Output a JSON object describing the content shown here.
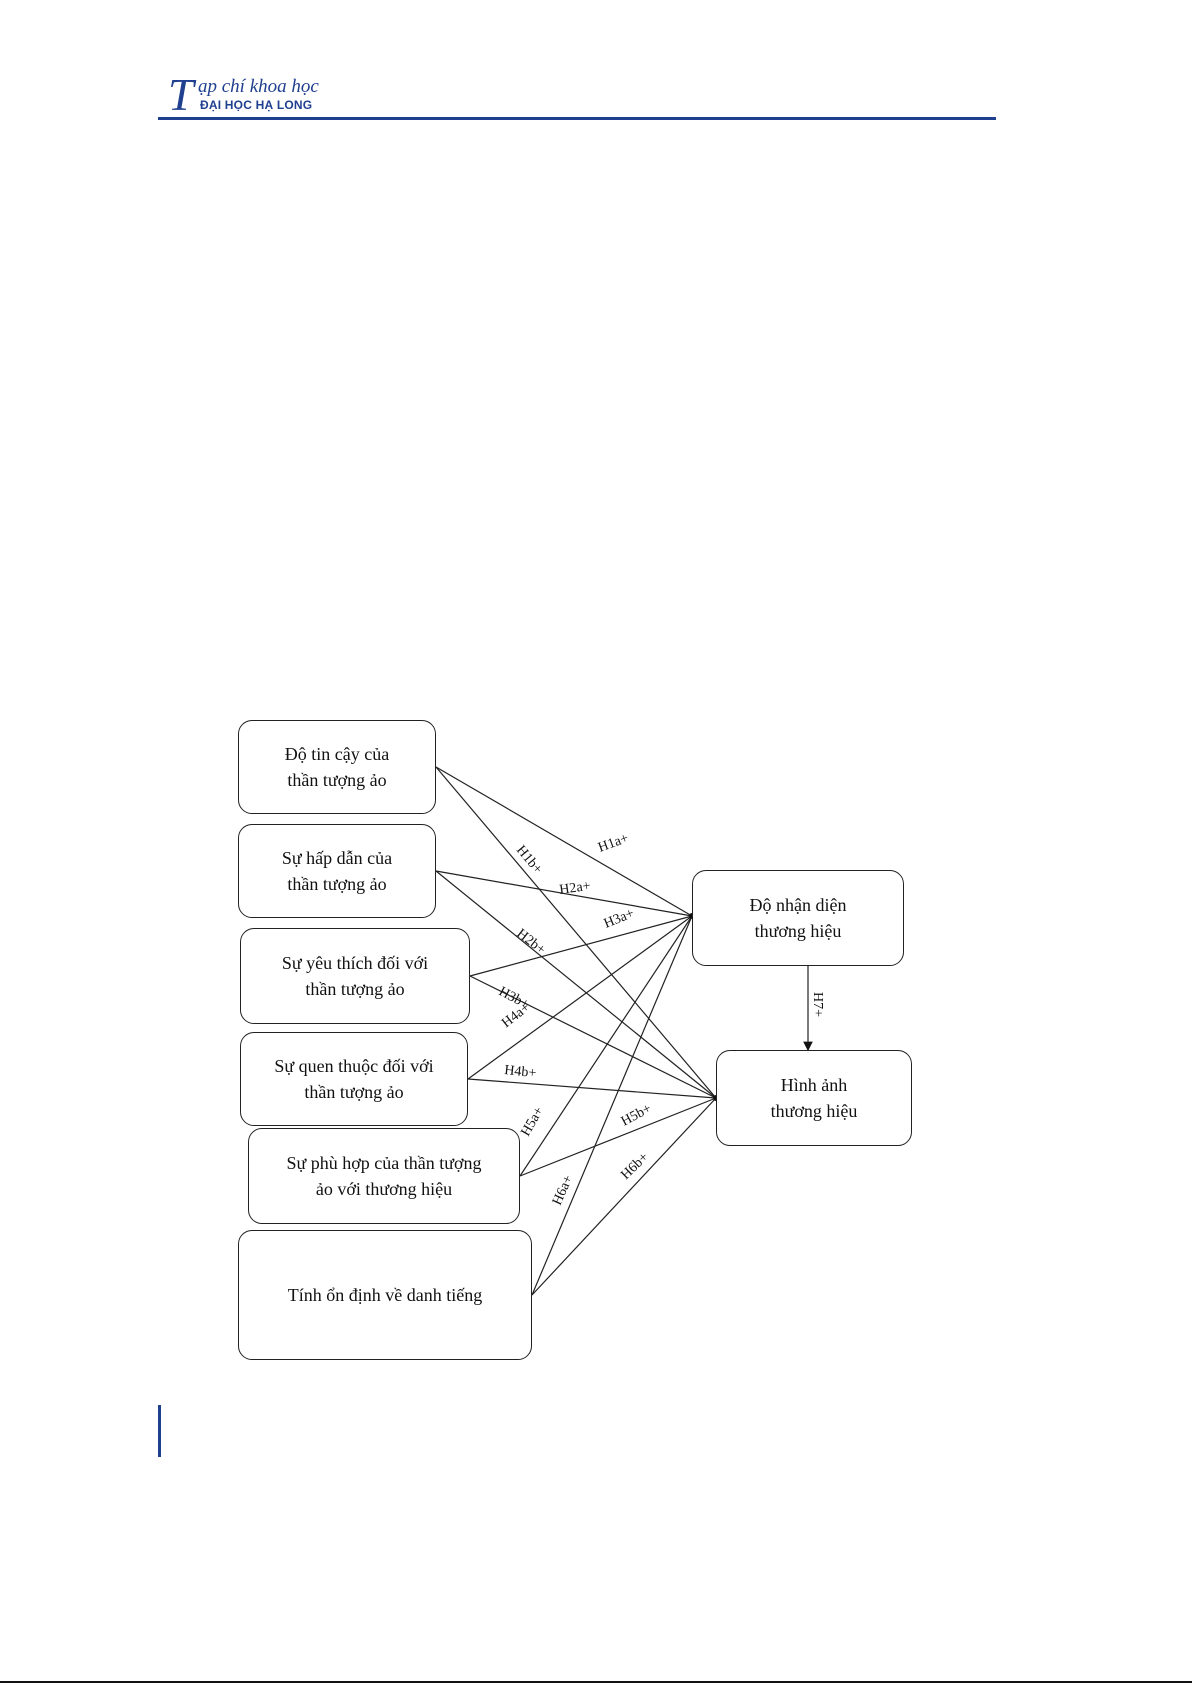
{
  "journal": {
    "logo_T": "T",
    "logo_line1": "ạp chí khoa học",
    "logo_line2": "ĐẠI HỌC HẠ LONG"
  },
  "diagram": {
    "sources": [
      {
        "id": "s1",
        "label_lines": [
          "Độ tin cậy của",
          "thần tượng ảo"
        ]
      },
      {
        "id": "s2",
        "label_lines": [
          "Sự hấp dẫn của",
          "thần tượng ảo"
        ]
      },
      {
        "id": "s3",
        "label_lines": [
          "Sự yêu thích đối với",
          "thần tượng ảo"
        ]
      },
      {
        "id": "s4",
        "label_lines": [
          "Sự quen thuộc đối với",
          "thần tượng ảo"
        ]
      },
      {
        "id": "s5",
        "label_lines": [
          "Sự phù hợp của thần tượng",
          "ảo với thương hiệu"
        ]
      },
      {
        "id": "s6",
        "label_lines": [
          "Tính ổn định về danh tiếng"
        ]
      }
    ],
    "targets": [
      {
        "id": "awareness",
        "label_lines": [
          "Độ nhận diện",
          "thương hiệu"
        ]
      },
      {
        "id": "image",
        "label_lines": [
          "Hình ảnh",
          "thương hiệu"
        ]
      }
    ],
    "edges": [
      {
        "from": "s1",
        "to": "awareness",
        "label": "H1a+"
      },
      {
        "from": "s1",
        "to": "image",
        "label": "H1b+"
      },
      {
        "from": "s2",
        "to": "awareness",
        "label": "H2a+"
      },
      {
        "from": "s2",
        "to": "image",
        "label": "H2b+"
      },
      {
        "from": "s3",
        "to": "awareness",
        "label": "H3a+"
      },
      {
        "from": "s3",
        "to": "image",
        "label": "H3b+"
      },
      {
        "from": "s4",
        "to": "awareness",
        "label": "H4a+"
      },
      {
        "from": "s4",
        "to": "image",
        "label": "H4b+"
      },
      {
        "from": "s5",
        "to": "awareness",
        "label": "H5a+"
      },
      {
        "from": "s5",
        "to": "image",
        "label": "H5b+"
      },
      {
        "from": "s6",
        "to": "awareness",
        "label": "H6a+"
      },
      {
        "from": "s6",
        "to": "image",
        "label": "H6b+"
      },
      {
        "from": "awareness",
        "to": "image",
        "label": "H7+"
      }
    ]
  }
}
